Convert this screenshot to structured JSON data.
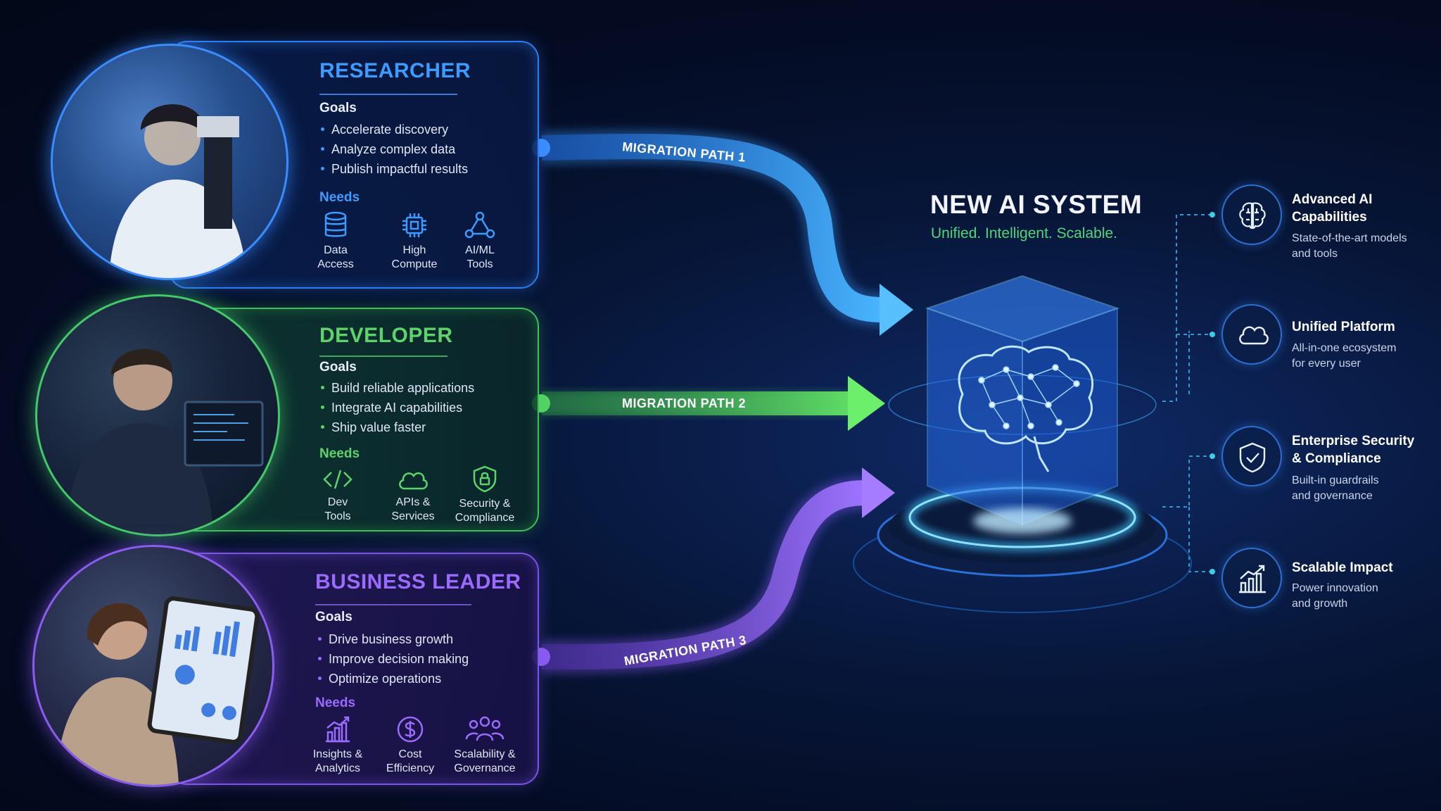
{
  "personas": {
    "researcher": {
      "title": "RESEARCHER",
      "goals_label": "Goals",
      "goals": [
        "Accelerate discovery",
        "Analyze complex data",
        "Publish impactful results"
      ],
      "needs_label": "Needs",
      "needs": [
        {
          "line1": "Data",
          "line2": "Access",
          "icon": "database-icon"
        },
        {
          "line1": "High",
          "line2": "Compute",
          "icon": "chip-icon"
        },
        {
          "line1": "AI/ML",
          "line2": "Tools",
          "icon": "network-icon"
        }
      ],
      "color": "#3d9bff"
    },
    "developer": {
      "title": "DEVELOPER",
      "goals_label": "Goals",
      "goals": [
        "Build reliable applications",
        "Integrate AI capabilities",
        "Ship value faster"
      ],
      "needs_label": "Needs",
      "needs": [
        {
          "line1": "Dev",
          "line2": "Tools",
          "icon": "code-icon"
        },
        {
          "line1": "APIs &",
          "line2": "Services",
          "icon": "cloud-icon"
        },
        {
          "line1": "Security &",
          "line2": "Compliance",
          "icon": "shield-lock-icon"
        }
      ],
      "color": "#5ed36b"
    },
    "leader": {
      "title": "BUSINESS LEADER",
      "goals_label": "Goals",
      "goals": [
        "Drive business growth",
        "Improve decision making",
        "Optimize operations"
      ],
      "needs_label": "Needs",
      "needs": [
        {
          "line1": "Insights &",
          "line2": "Analytics",
          "icon": "bar-chart-icon"
        },
        {
          "line1": "Cost",
          "line2": "Efficiency",
          "icon": "dollar-icon"
        },
        {
          "line1": "Scalability &",
          "line2": "Governance",
          "icon": "people-icon"
        }
      ],
      "color": "#9b6bff"
    }
  },
  "paths": {
    "path1": "MIGRATION PATH 1",
    "path2": "MIGRATION PATH 2",
    "path3": "MIGRATION PATH 3"
  },
  "system": {
    "title": "NEW AI SYSTEM",
    "subtitle": "Unified. Intelligent. Scalable."
  },
  "features": [
    {
      "title_line1": "Advanced AI",
      "title_line2": "Capabilities",
      "desc_line1": "State-of-the-art models",
      "desc_line2": "and tools",
      "icon": "brain-icon"
    },
    {
      "title_line1": "Unified Platform",
      "title_line2": "",
      "desc_line1": "All-in-one ecosystem",
      "desc_line2": "for every user",
      "icon": "cloud-icon"
    },
    {
      "title_line1": "Enterprise Security",
      "title_line2": "& Compliance",
      "desc_line1": "Built-in guardrails",
      "desc_line2": "and governance",
      "icon": "shield-check-icon"
    },
    {
      "title_line1": "Scalable Impact",
      "title_line2": "",
      "desc_line1": "Power innovation",
      "desc_line2": "and growth",
      "icon": "growth-chart-icon"
    }
  ]
}
